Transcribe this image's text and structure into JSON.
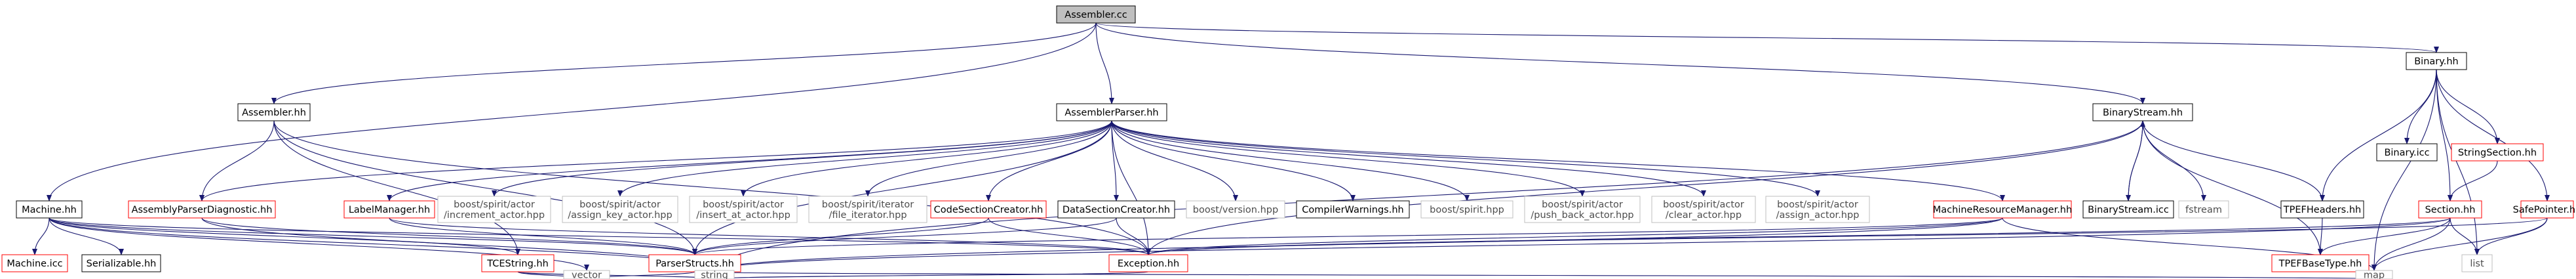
{
  "diagram": {
    "title": "Assembler.cc",
    "colors": {
      "edge": "#191970",
      "edge_gray": "#a9a9a9",
      "node_border_black": "#000000",
      "node_border_red": "#ff0000",
      "node_border_gray": "#bfbfbf",
      "root_fill": "#bfbfbf",
      "text": "#000000",
      "text_gray": "#4d4d4d"
    },
    "nodes": [
      {
        "id": "assembler_cc",
        "label": "Assembler.cc",
        "style": "root"
      },
      {
        "id": "binary_hh",
        "label": "Binary.hh",
        "style": "black"
      },
      {
        "id": "assembler_hh",
        "label": "Assembler.hh",
        "style": "black"
      },
      {
        "id": "assemblerparser_hh",
        "label": "AssemblerParser.hh",
        "style": "black"
      },
      {
        "id": "binarystream_hh",
        "label": "BinaryStream.hh",
        "style": "black"
      },
      {
        "id": "binary_icc",
        "label": "Binary.icc",
        "style": "black"
      },
      {
        "id": "stringsection_hh",
        "label": "StringSection.hh",
        "style": "red"
      },
      {
        "id": "machine_hh",
        "label": "Machine.hh",
        "style": "black"
      },
      {
        "id": "assemblyparserdiagnostic_hh",
        "label": "AssemblyParserDiagnostic.hh",
        "style": "red"
      },
      {
        "id": "labelmanager_hh",
        "label": "LabelManager.hh",
        "style": "red"
      },
      {
        "id": "increment_actor",
        "label": "boost/spirit/actor\n/increment_actor.hpp",
        "style": "gray"
      },
      {
        "id": "assign_key_actor",
        "label": "boost/spirit/actor\n/assign_key_actor.hpp",
        "style": "gray"
      },
      {
        "id": "insert_at_actor",
        "label": "boost/spirit/actor\n/insert_at_actor.hpp",
        "style": "gray"
      },
      {
        "id": "file_iterator",
        "label": "boost/spirit/iterator\n/file_iterator.hpp",
        "style": "gray"
      },
      {
        "id": "codesectioncreator_hh",
        "label": "CodeSectionCreator.hh",
        "style": "red"
      },
      {
        "id": "datasectioncreator_hh",
        "label": "DataSectionCreator.hh",
        "style": "black"
      },
      {
        "id": "boost_version",
        "label": "boost/version.hpp",
        "style": "gray"
      },
      {
        "id": "compilerwarnings_hh",
        "label": "CompilerWarnings.hh",
        "style": "black"
      },
      {
        "id": "boost_spirit",
        "label": "boost/spirit.hpp",
        "style": "gray"
      },
      {
        "id": "push_back_actor",
        "label": "boost/spirit/actor\n/push_back_actor.hpp",
        "style": "gray"
      },
      {
        "id": "clear_actor",
        "label": "boost/spirit/actor\n/clear_actor.hpp",
        "style": "gray"
      },
      {
        "id": "assign_actor",
        "label": "boost/spirit/actor\n/assign_actor.hpp",
        "style": "gray"
      },
      {
        "id": "machineresourcemanager_hh",
        "label": "MachineResourceManager.hh",
        "style": "red"
      },
      {
        "id": "binarystream_icc",
        "label": "BinaryStream.icc",
        "style": "black"
      },
      {
        "id": "fstream",
        "label": "fstream",
        "style": "gray"
      },
      {
        "id": "tpefheaders_hh",
        "label": "TPEFHeaders.hh",
        "style": "black"
      },
      {
        "id": "section_hh",
        "label": "Section.hh",
        "style": "red"
      },
      {
        "id": "safepointer_hh",
        "label": "SafePointer.hh",
        "style": "red"
      },
      {
        "id": "machine_icc",
        "label": "Machine.icc",
        "style": "red"
      },
      {
        "id": "serializable_hh",
        "label": "Serializable.hh",
        "style": "black"
      },
      {
        "id": "tcestring_hh",
        "label": "TCEString.hh",
        "style": "red"
      },
      {
        "id": "parserstructs_hh",
        "label": "ParserStructs.hh",
        "style": "red"
      },
      {
        "id": "exception_hh",
        "label": "Exception.hh",
        "style": "red"
      },
      {
        "id": "list",
        "label": "list",
        "style": "gray"
      },
      {
        "id": "tpefbasetype_hh",
        "label": "TPEFBaseType.hh",
        "style": "red"
      },
      {
        "id": "vector",
        "label": "vector",
        "style": "gray"
      },
      {
        "id": "string",
        "label": "string",
        "style": "gray"
      },
      {
        "id": "map",
        "label": "map",
        "style": "gray"
      }
    ],
    "edges": [
      [
        "assembler_cc",
        "binary_hh"
      ],
      [
        "assembler_cc",
        "assembler_hh"
      ],
      [
        "assembler_cc",
        "assemblerparser_hh"
      ],
      [
        "assembler_cc",
        "binarystream_hh"
      ],
      [
        "assembler_cc",
        "machine_hh"
      ],
      [
        "binary_hh",
        "binary_icc"
      ],
      [
        "binary_hh",
        "stringsection_hh"
      ],
      [
        "binary_hh",
        "tpefheaders_hh"
      ],
      [
        "binary_hh",
        "section_hh"
      ],
      [
        "binary_hh",
        "safepointer_hh"
      ],
      [
        "binary_hh",
        "list"
      ],
      [
        "binary_hh",
        "map"
      ],
      [
        "stringsection_hh",
        "section_hh"
      ],
      [
        "assembler_hh",
        "assemblyparserdiagnostic_hh"
      ],
      [
        "assembler_hh",
        "parserstructs_hh"
      ],
      [
        "assembler_hh",
        "exception_hh"
      ],
      [
        "assembler_hh",
        "tcestring_hh"
      ],
      [
        "assemblerparser_hh",
        "assemblyparserdiagnostic_hh"
      ],
      [
        "assemblerparser_hh",
        "labelmanager_hh"
      ],
      [
        "assemblerparser_hh",
        "increment_actor"
      ],
      [
        "assemblerparser_hh",
        "assign_key_actor"
      ],
      [
        "assemblerparser_hh",
        "insert_at_actor"
      ],
      [
        "assemblerparser_hh",
        "file_iterator"
      ],
      [
        "assemblerparser_hh",
        "codesectioncreator_hh"
      ],
      [
        "assemblerparser_hh",
        "datasectioncreator_hh"
      ],
      [
        "assemblerparser_hh",
        "boost_version"
      ],
      [
        "assemblerparser_hh",
        "compilerwarnings_hh"
      ],
      [
        "assemblerparser_hh",
        "boost_spirit"
      ],
      [
        "assemblerparser_hh",
        "push_back_actor"
      ],
      [
        "assemblerparser_hh",
        "clear_actor"
      ],
      [
        "assemblerparser_hh",
        "assign_actor"
      ],
      [
        "assemblerparser_hh",
        "machineresourcemanager_hh"
      ],
      [
        "assemblerparser_hh",
        "parserstructs_hh"
      ],
      [
        "assemblerparser_hh",
        "exception_hh"
      ],
      [
        "binarystream_hh",
        "binarystream_icc"
      ],
      [
        "binarystream_hh",
        "fstream"
      ],
      [
        "binarystream_hh",
        "tpefheaders_hh"
      ],
      [
        "binarystream_hh",
        "tpefbasetype_hh"
      ],
      [
        "binarystream_hh",
        "exception_hh"
      ],
      [
        "binarystream_hh",
        "string"
      ],
      [
        "binarystream_icc",
        "binarystream_hh"
      ],
      [
        "tpefheaders_hh",
        "tpefbasetype_hh"
      ],
      [
        "section_hh",
        "tpefbasetype_hh"
      ],
      [
        "section_hh",
        "exception_hh"
      ],
      [
        "section_hh",
        "list"
      ],
      [
        "section_hh",
        "map"
      ],
      [
        "section_hh",
        "string"
      ],
      [
        "safepointer_hh",
        "list"
      ],
      [
        "safepointer_hh",
        "map"
      ],
      [
        "safepointer_hh",
        "exception_hh"
      ],
      [
        "machine_hh",
        "machine_icc"
      ],
      [
        "machine_hh",
        "serializable_hh"
      ],
      [
        "machine_hh",
        "tcestring_hh"
      ],
      [
        "machine_hh",
        "exception_hh"
      ],
      [
        "machine_hh",
        "parserstructs_hh"
      ],
      [
        "machine_hh",
        "vector"
      ],
      [
        "machine_hh",
        "string"
      ],
      [
        "assemblyparserdiagnostic_hh",
        "parserstructs_hh"
      ],
      [
        "assemblyparserdiagnostic_hh",
        "string"
      ],
      [
        "labelmanager_hh",
        "parserstructs_hh"
      ],
      [
        "labelmanager_hh",
        "exception_hh"
      ],
      [
        "codesectioncreator_hh",
        "parserstructs_hh"
      ],
      [
        "codesectioncreator_hh",
        "exception_hh"
      ],
      [
        "datasectioncreator_hh",
        "parserstructs_hh"
      ],
      [
        "datasectioncreator_hh",
        "exception_hh"
      ],
      [
        "machineresourcemanager_hh",
        "parserstructs_hh"
      ],
      [
        "machineresourcemanager_hh",
        "exception_hh"
      ],
      [
        "machineresourcemanager_hh",
        "map"
      ],
      [
        "machineresourcemanager_hh",
        "string"
      ],
      [
        "tcestring_hh",
        "vector"
      ],
      [
        "tcestring_hh",
        "string"
      ],
      [
        "parserstructs_hh",
        "vector"
      ],
      [
        "parserstructs_hh",
        "string"
      ],
      [
        "parserstructs_hh",
        "map"
      ],
      [
        "exception_hh",
        "string"
      ]
    ]
  }
}
